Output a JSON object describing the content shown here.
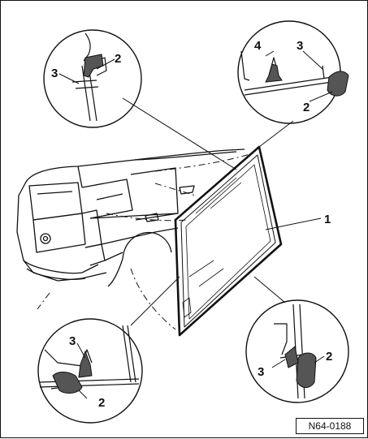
{
  "figure": {
    "reference_code": "N64-0188",
    "colors": {
      "line": "#111111",
      "fill_dark": "#555555",
      "background": "#ffffff"
    },
    "callouts": {
      "glass": "1",
      "seal_profile": "2",
      "retaining_clip": "3",
      "spacer": "4"
    }
  }
}
